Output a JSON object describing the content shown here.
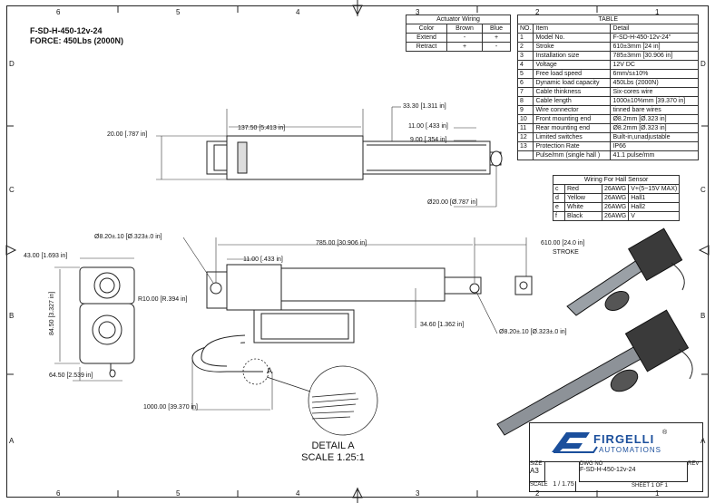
{
  "header": {
    "part_number": "F-SD-H-450-12v-24",
    "force": "FORCE: 450Lbs (2000N)"
  },
  "zones": {
    "top": [
      "6",
      "5",
      "4",
      "3",
      "2",
      "1"
    ],
    "side": [
      "D",
      "C",
      "B",
      "A"
    ]
  },
  "wiring": {
    "title": "Actuator Wiring",
    "headers": [
      "Color",
      "Brown",
      "Blue"
    ],
    "rows": [
      [
        "Extend",
        "-",
        "+"
      ],
      [
        "Retract",
        "+",
        "-"
      ]
    ]
  },
  "spec": {
    "title": "TABLE",
    "headers": [
      "NO.",
      "Item",
      "Detail"
    ],
    "rows": [
      [
        "1",
        "Model No.",
        "F-SD-H-450-12v-24\""
      ],
      [
        "2",
        "Stroke",
        "610±3mm [24 in]"
      ],
      [
        "3",
        "Installation size",
        "785±3mm [30.906 in]"
      ],
      [
        "4",
        "Voltage",
        "12V DC"
      ],
      [
        "5",
        "Free load speed",
        "6mm/s±10%"
      ],
      [
        "6",
        "Dynamic load capacity",
        "450Lbs (2000N)"
      ],
      [
        "7",
        "Cable thinkness",
        "Six-cores wire"
      ],
      [
        "8",
        "Cable length",
        "1000±10%mm [39.370 in]"
      ],
      [
        "9",
        "Wire connector",
        "tinned bare wires"
      ],
      [
        "10",
        "Front mounting end",
        "Ø8.2mm [Ø.323 in]"
      ],
      [
        "11",
        "Rear mounting end",
        "Ø8.2mm [Ø.323 in]"
      ],
      [
        "12",
        "Limited switches",
        "Built-in,unadjustable"
      ],
      [
        "13",
        "Protection Rate",
        "IP66"
      ],
      [
        "",
        "Pulse/mm  (single hall )",
        "41.1 pulse/mm"
      ]
    ]
  },
  "hall": {
    "title": "Wiring For Hall Sensor",
    "rows": [
      [
        "c",
        "Red",
        "26AWG",
        "V+(5~15V MAX)"
      ],
      [
        "d",
        "Yellow",
        "26AWG",
        "Hall1"
      ],
      [
        "e",
        "White",
        "26AWG",
        "Hall2"
      ],
      [
        "f",
        "Black",
        "26AWG",
        "V"
      ]
    ]
  },
  "dims": {
    "d1": "137.50 [5.413 in]",
    "d2": "33.30 [1.311 in]",
    "d3": "20.00 [.787 in]",
    "d4": "11.00 [.433 in]",
    "d5": "9.00 [.354 in]",
    "d6": "Ø20.00 [Ø.787 in]",
    "d7": "Ø8.20±.10 [Ø.323±.0 in]",
    "d8": "785.00 [30.906 in]",
    "d9": "610.00 [24.0 in]",
    "d9b": "STROKE",
    "d10": "11.00 [.433 in]",
    "d11": "43.00 [1.693 in]",
    "d12": "84.50 [3.327 in]",
    "d13": "64.50 [2.539 in]",
    "d14": "R10.00 [R.394 in]",
    "d15": "34.60 [1.362 in]",
    "d16": "Ø8.20±.10 [Ø.323±.0 in]",
    "d17": "1000.00 [39.370 in]",
    "detail_marker": "A"
  },
  "detail": {
    "line1": "DETAIL  A",
    "line2": "SCALE 1.25:1"
  },
  "title_block": {
    "brand": "FIRGELLI",
    "brand_sub": "AUTOMATIONS",
    "reg": "®",
    "size_label": "SIZE",
    "size": "A3",
    "dwg_label": "DWG NO",
    "dwg_no": "F-SD-H-450-12v-24",
    "rev_label": "REV",
    "scale_label": "SCALE",
    "scale": "1 / 1.75",
    "sheet": "SHEET 1  OF  1"
  },
  "colors": {
    "line": "#222222",
    "brand_blue": "#1b4f9c",
    "render_dark": "#3a3a3a"
  }
}
